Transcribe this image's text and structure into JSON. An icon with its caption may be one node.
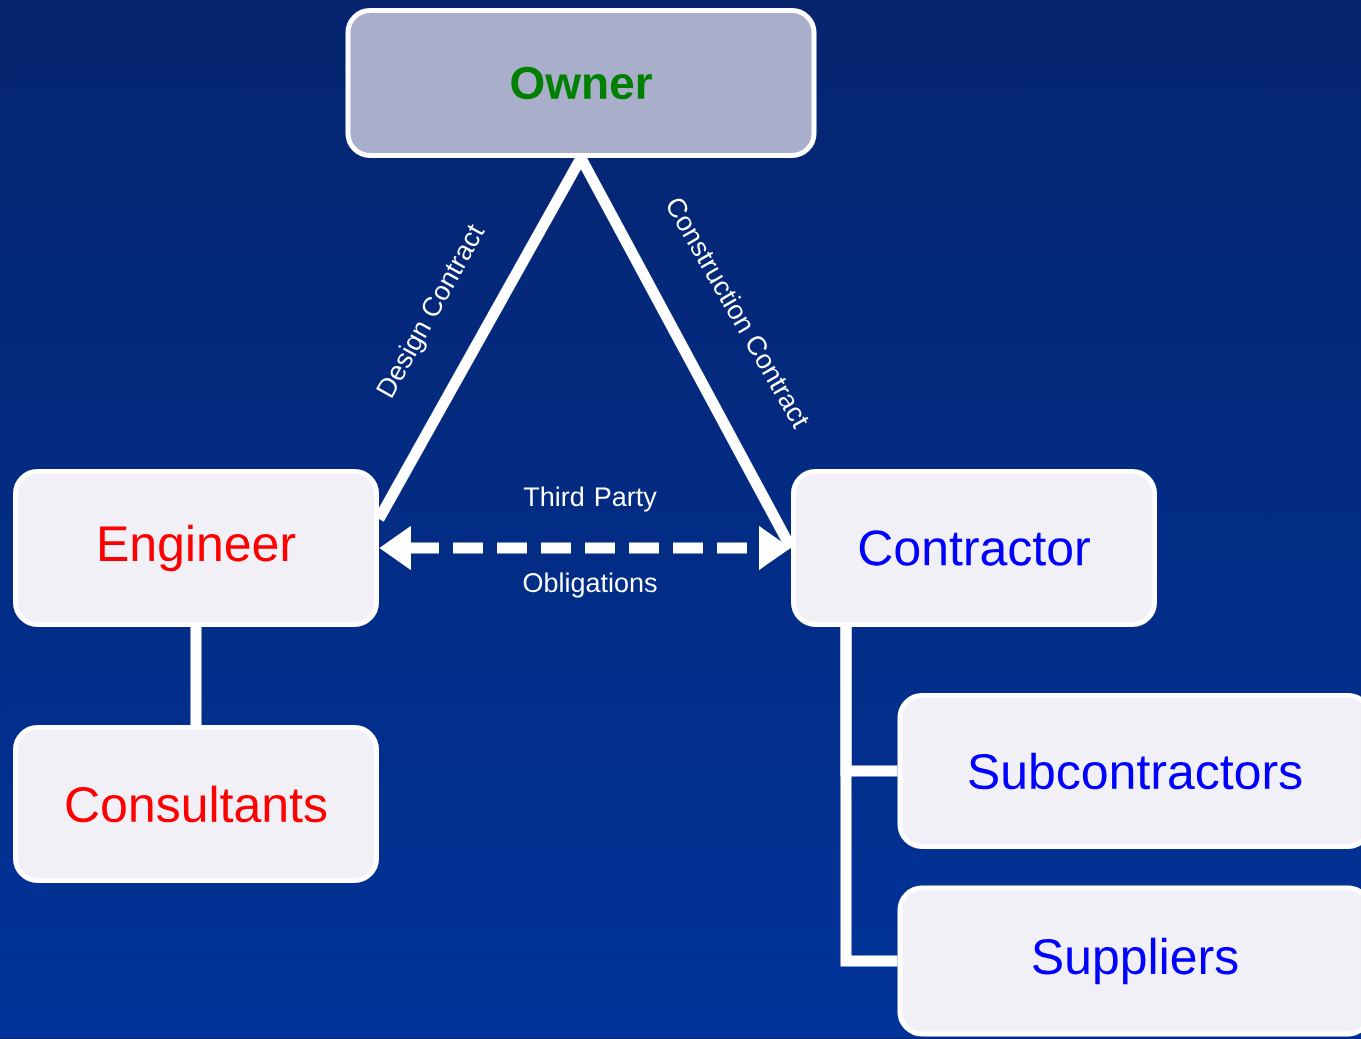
{
  "diagram": {
    "nodes": [
      {
        "text": [
          "Owner"
        ]
      },
      {
        "text": [
          "Engineer"
        ]
      },
      {
        "text": [
          "Contractor"
        ]
      },
      {
        "text": [
          "Consultants"
        ]
      },
      {
        "text": [
          "Subcontractors"
        ]
      },
      {
        "text": [
          "Suppliers"
        ]
      }
    ],
    "edges": [
      {
        "from": 0,
        "to": 1,
        "arrow": "none",
        "label": "Design Contract"
      },
      {
        "from": 0,
        "to": 2,
        "arrow": "none",
        "label": "Construction Contract"
      },
      {
        "from": 1,
        "to": 2,
        "arrow": "both",
        "label": "Third Party Obligations",
        "style": "dashed"
      },
      {
        "from": 1,
        "to": 3,
        "arrow": "none"
      },
      {
        "from": 2,
        "to": 4,
        "arrow": "none"
      },
      {
        "from": 2,
        "to": 5,
        "arrow": "none"
      }
    ]
  }
}
